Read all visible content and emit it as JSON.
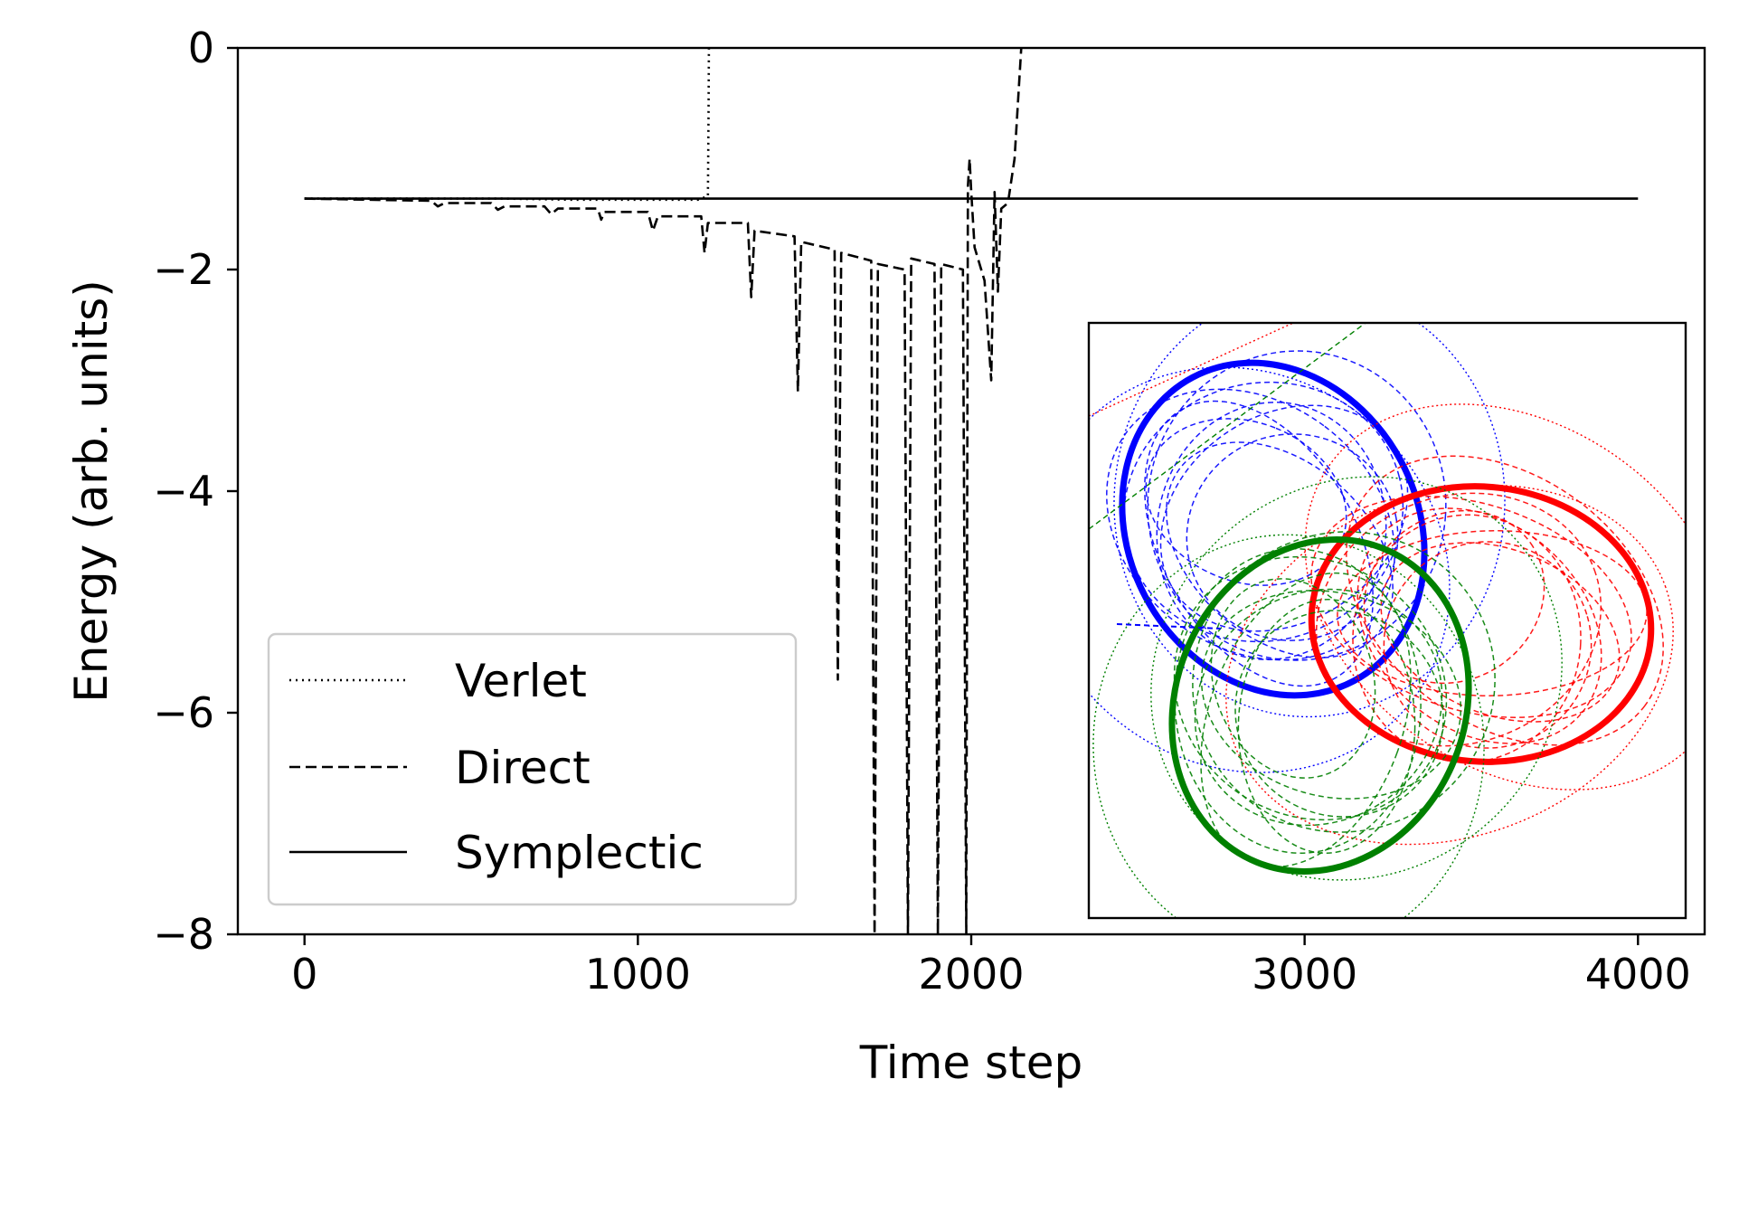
{
  "chart_data": {
    "type": "line",
    "xlabel": "Time step",
    "ylabel": "Energy (arb. units)",
    "xlim": [
      -200,
      4200
    ],
    "ylim": [
      -8,
      0
    ],
    "xticks": [
      0,
      1000,
      2000,
      3000,
      4000
    ],
    "xtick_labels": [
      "0",
      "1000",
      "2000",
      "3000",
      "4000"
    ],
    "yticks": [
      0,
      -2,
      -4,
      -6,
      -8
    ],
    "ytick_labels": [
      "0",
      "−2",
      "−4",
      "−6",
      "−8"
    ],
    "grid": false,
    "legend_position": "lower-left",
    "series": [
      {
        "name": "Verlet",
        "style": "dotted",
        "color": "#000000",
        "x": [
          0,
          200,
          400,
          600,
          800,
          1000,
          1100,
          1180,
          1210,
          1212,
          1213,
          1215
        ],
        "y": [
          -1.36,
          -1.36,
          -1.36,
          -1.36,
          -1.37,
          -1.37,
          -1.37,
          -1.37,
          -1.34,
          -0.6,
          0,
          0
        ]
      },
      {
        "name": "Direct",
        "style": "dashed",
        "color": "#000000",
        "x": [
          0,
          380,
          400,
          420,
          560,
          580,
          600,
          720,
          740,
          760,
          880,
          890,
          900,
          1030,
          1045,
          1060,
          1190,
          1200,
          1210,
          1330,
          1340,
          1350,
          1470,
          1480,
          1490,
          1590,
          1600,
          1610,
          1700,
          1710,
          1720,
          1800,
          1810,
          1820,
          1890,
          1900,
          1910,
          1975,
          1985,
          1990,
          1995,
          2000,
          2010,
          2040,
          2060,
          2070,
          2080,
          2090,
          2110,
          2130,
          2150
        ],
        "y": [
          -1.36,
          -1.38,
          -1.43,
          -1.4,
          -1.4,
          -1.46,
          -1.43,
          -1.43,
          -1.5,
          -1.45,
          -1.45,
          -1.55,
          -1.48,
          -1.48,
          -1.65,
          -1.52,
          -1.52,
          -1.85,
          -1.58,
          -1.58,
          -2.25,
          -1.65,
          -1.7,
          -3.1,
          -1.75,
          -1.82,
          -5.7,
          -1.85,
          -1.92,
          -8.0,
          -1.95,
          -2.0,
          -8.0,
          -1.9,
          -1.95,
          -8.0,
          -1.95,
          -2.0,
          -8.0,
          -1.25,
          -1.0,
          -1.3,
          -1.8,
          -2.1,
          -3.0,
          -1.3,
          -2.2,
          -1.45,
          -1.4,
          -1.0,
          0
        ]
      },
      {
        "name": "Symplectic",
        "style": "solid",
        "color": "#000000",
        "x": [
          0,
          500,
          1000,
          1500,
          2000,
          2500,
          3000,
          3500,
          4000
        ],
        "y": [
          -1.36,
          -1.36,
          -1.36,
          -1.36,
          -1.36,
          -1.36,
          -1.36,
          -1.36,
          -1.36
        ]
      }
    ],
    "inset": {
      "type": "trajectories",
      "bodies": [
        {
          "color": "#0000ff",
          "name": "blue"
        },
        {
          "color": "#ff0000",
          "name": "red"
        },
        {
          "color": "#008000",
          "name": "green"
        }
      ]
    }
  }
}
